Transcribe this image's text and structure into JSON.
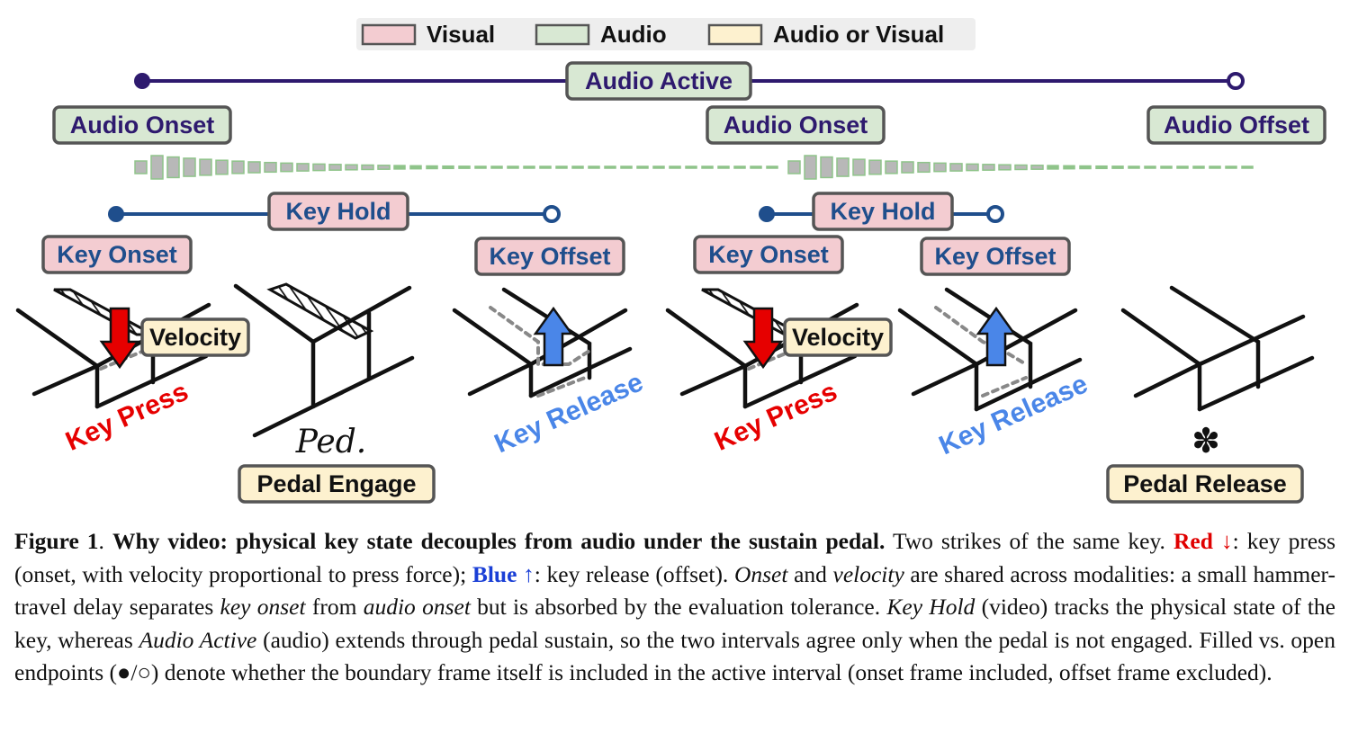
{
  "legend": [
    {
      "label": "Visual",
      "fill": "#f3ccd1"
    },
    {
      "label": "Audio",
      "fill": "#d8e8d3"
    },
    {
      "label": "Audio or Visual",
      "fill": "#fdf1cf"
    }
  ],
  "labels": {
    "audio_active": "Audio Active",
    "audio_onset": "Audio Onset",
    "audio_offset": "Audio Offset",
    "key_hold": "Key Hold",
    "key_onset": "Key Onset",
    "key_offset": "Key Offset",
    "velocity": "Velocity",
    "key_press": "Key Press",
    "key_release": "Key Release",
    "pedal_engage": "Pedal Engage",
    "pedal_release": "Pedal Release",
    "ped_mark": "Ped.",
    "release_mark": "✽"
  },
  "colors": {
    "audio_line": "#2e1a6e",
    "key_line": "#1f4e8c",
    "press": "#e60000",
    "release": "#4a86e8",
    "waveform": "#b8b8b8",
    "waveform_edge": "#8fc48a"
  },
  "caption": {
    "fig": "Figure 1",
    "title": "Why video: physical key state decouples from audio under the sustain pedal.",
    "s1": " Two strikes of the same key.",
    "red_label": "Red ↓",
    "s2": ": key press (onset, with velocity proportional to press force); ",
    "blue_label": "Blue ↑",
    "s3": ": key release (offset). ",
    "onset_word": "Onset",
    "s4": " and ",
    "velocity_word": "velocity",
    "s5": " are shared across modalities: a small hammer-travel delay separates ",
    "key_onset_word": "key onset",
    "s6": " from ",
    "audio_onset_word": "audio onset",
    "s7": " but is absorbed by the evaluation tolerance. ",
    "key_hold_word": "Key Hold",
    "s8": " (video) tracks the physical state of the key, whereas ",
    "audio_active_word": "Audio Active",
    "s9": " (audio) extends through pedal sustain, so the two intervals agree only when the pedal is not engaged. Filled vs. open endpoints (●/○) denote whether the boundary frame itself is included in the active interval (onset frame included, offset frame excluded)."
  }
}
